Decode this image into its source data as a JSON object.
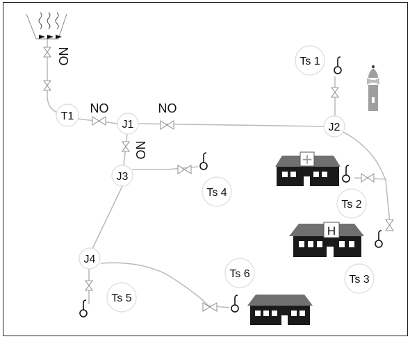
{
  "nodes": {
    "t1": "T1",
    "j1": "J1",
    "j2": "J2",
    "j3": "J3",
    "j4": "J4",
    "ts1": "Ts 1",
    "ts2": "Ts 2",
    "ts3": "Ts 3",
    "ts4": "Ts 4",
    "ts5": "Ts 5",
    "ts6": "Ts 6"
  },
  "valve_labels": {
    "source": "NO",
    "t1_j1": "NO",
    "j1_j2": "NO",
    "j1_j3": "NO"
  },
  "buildings": {
    "hospital_sign": "+",
    "hotel_sign": "H"
  },
  "icons": [
    "water-source-icon",
    "valve-icon",
    "tap-icon",
    "hospital-building-icon",
    "hotel-building-icon",
    "house-building-icon",
    "tower-icon"
  ],
  "colors": {
    "pipe": "#bdbdbd",
    "building": "#1a1a1a",
    "roof": "#707070",
    "tower": "#9e9e9e"
  }
}
